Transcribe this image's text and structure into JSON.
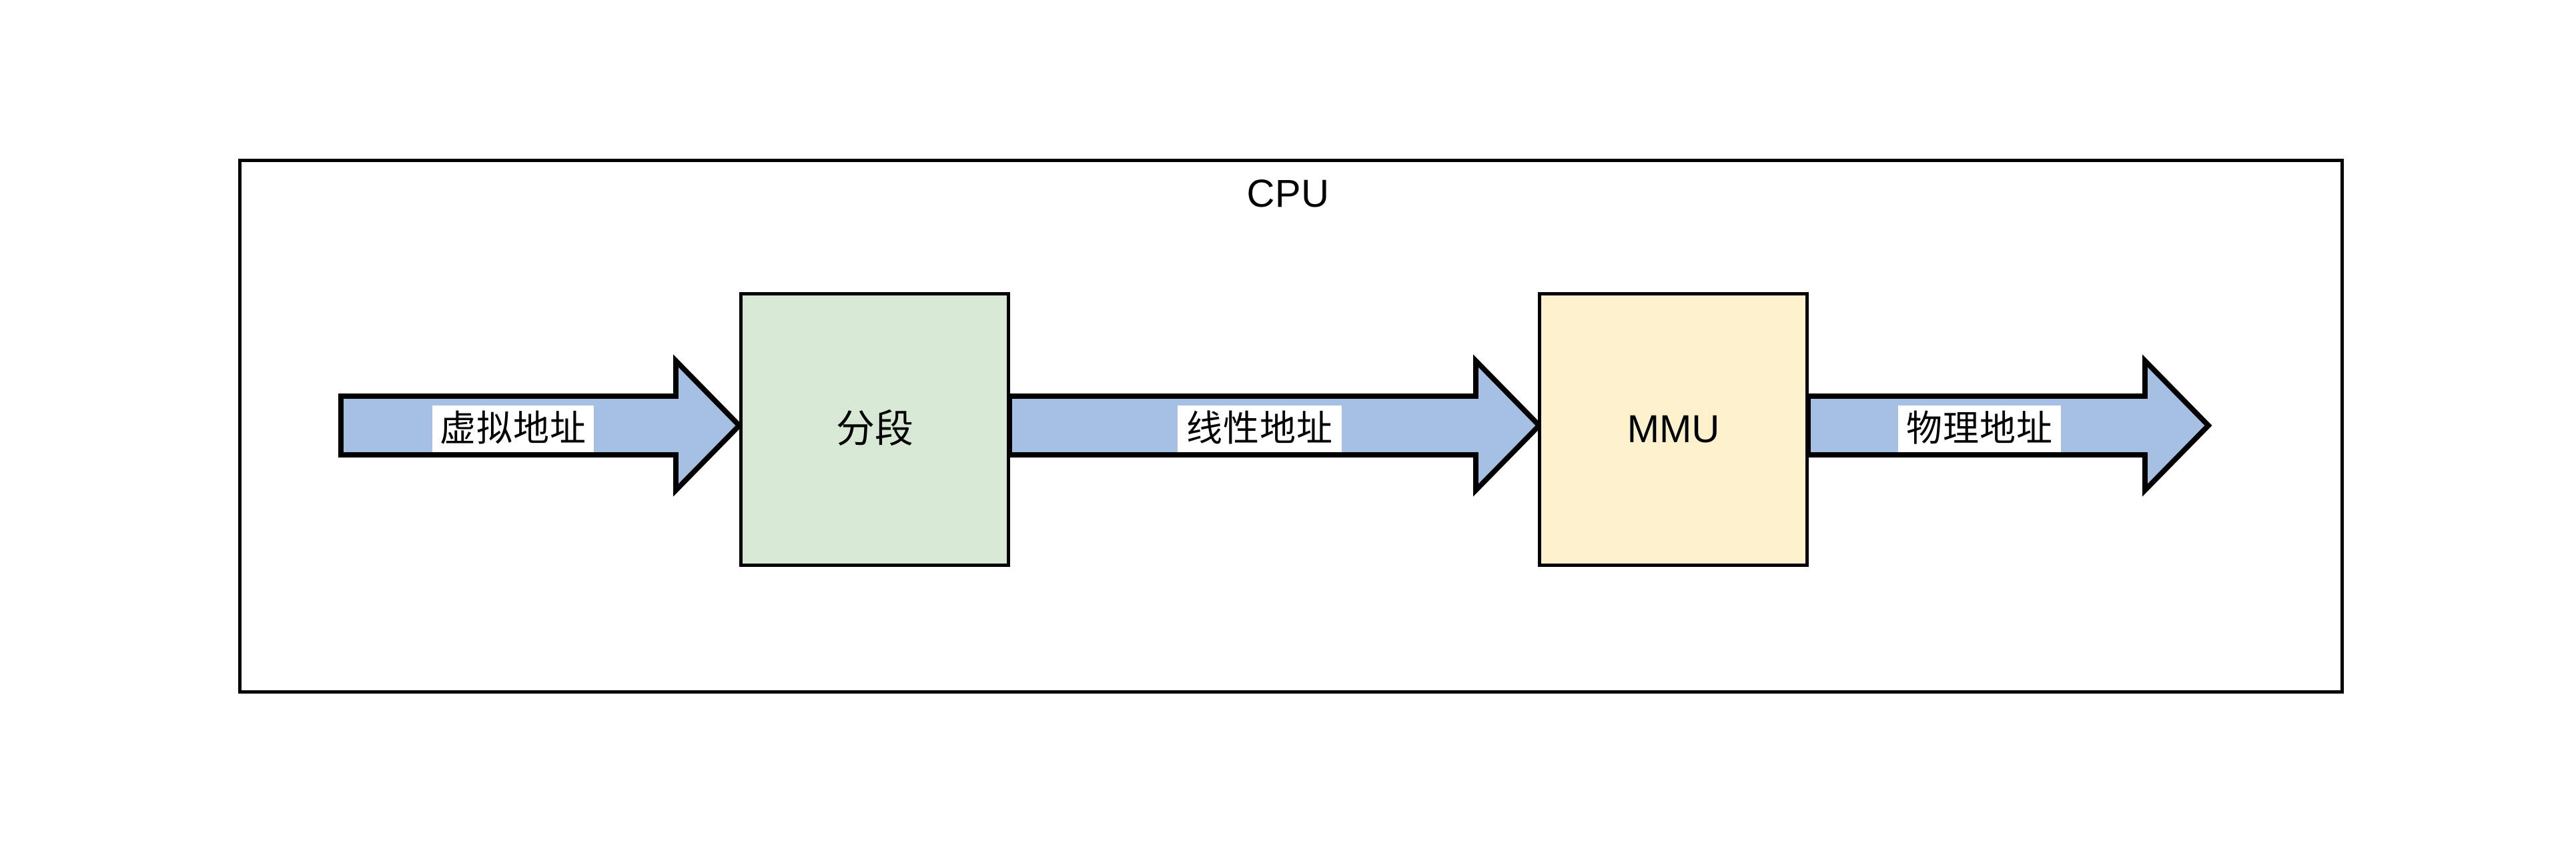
{
  "diagram": {
    "title": "CPU",
    "container_label": "CPU",
    "blocks": [
      {
        "id": "segment",
        "label": "分段",
        "fill": "#d7e8d4",
        "stroke": "#000000"
      },
      {
        "id": "mmu",
        "label": "MMU",
        "fill": "#fdf0cd",
        "stroke": "#000000"
      }
    ],
    "arrows": [
      {
        "id": "virtual-address",
        "label": "虚拟地址",
        "fill": "#a6c0e4",
        "stroke": "#000000",
        "from": "input",
        "to": "segment"
      },
      {
        "id": "linear-address",
        "label": "线性地址",
        "fill": "#a6c0e4",
        "stroke": "#000000",
        "from": "segment",
        "to": "mmu"
      },
      {
        "id": "physical-address",
        "label": "物理地址",
        "fill": "#a6c0e4",
        "stroke": "#000000",
        "from": "mmu",
        "to": "output"
      }
    ],
    "flow_sequence": [
      "虚拟地址",
      "分段",
      "线性地址",
      "MMU",
      "物理地址"
    ],
    "colors": {
      "arrow_fill": "#a6c0e4",
      "segment_fill": "#d7e8d4",
      "mmu_fill": "#fdf0cd",
      "outline": "#000000",
      "background": "#ffffff",
      "label_plate": "#ffffff"
    }
  }
}
